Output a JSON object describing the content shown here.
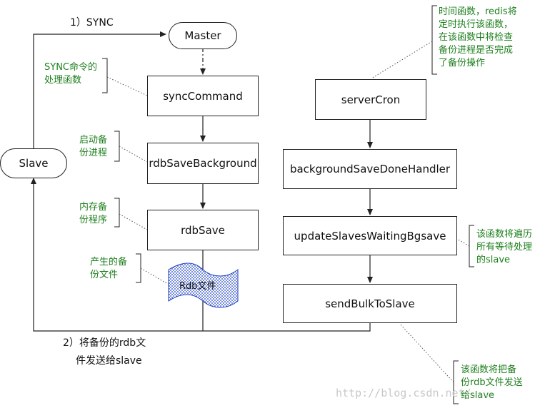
{
  "nodes": {
    "master": "Master",
    "slave": "Slave",
    "sync_command": "syncCommand",
    "rdb_save_background": "rdbSaveBackground",
    "rdb_save": "rdbSave",
    "rdb_file": "Rdb文件",
    "server_cron": "serverCron",
    "background_save_done_handler": "backgroundSaveDoneHandler",
    "update_slaves_waiting_bgsave": "updateSlavesWaitingBgsave",
    "send_bulk_to_slave": "sendBulkToSlave"
  },
  "labels": {
    "step1": "1）SYNC",
    "step2_line1": "2）将备份的rdb文",
    "step2_line2": "件发送给slave"
  },
  "notes": {
    "sync_handler": [
      "SYNC命令的",
      "处理函数"
    ],
    "start_backup": [
      "启动备",
      "份进程"
    ],
    "memory_backup": [
      "内存备",
      "份程序"
    ],
    "produce_file": [
      "产生的备",
      "份文件"
    ],
    "timer": [
      "时间函数，redis将",
      "定时执行该函数，",
      "在该函数中将检查",
      "备份进程是否完成",
      "了备份操作"
    ],
    "traverse_slaves": [
      "该函数将遍历",
      "所有等待处理",
      "的slave"
    ],
    "send_file": [
      "该函数将把备",
      "份rdb文件发送",
      "给slave"
    ]
  },
  "watermark": "http://blog.csdn.net/...",
  "colors": {
    "note_text": "#1d7f1d",
    "file_fill": "#1a3fc4"
  }
}
